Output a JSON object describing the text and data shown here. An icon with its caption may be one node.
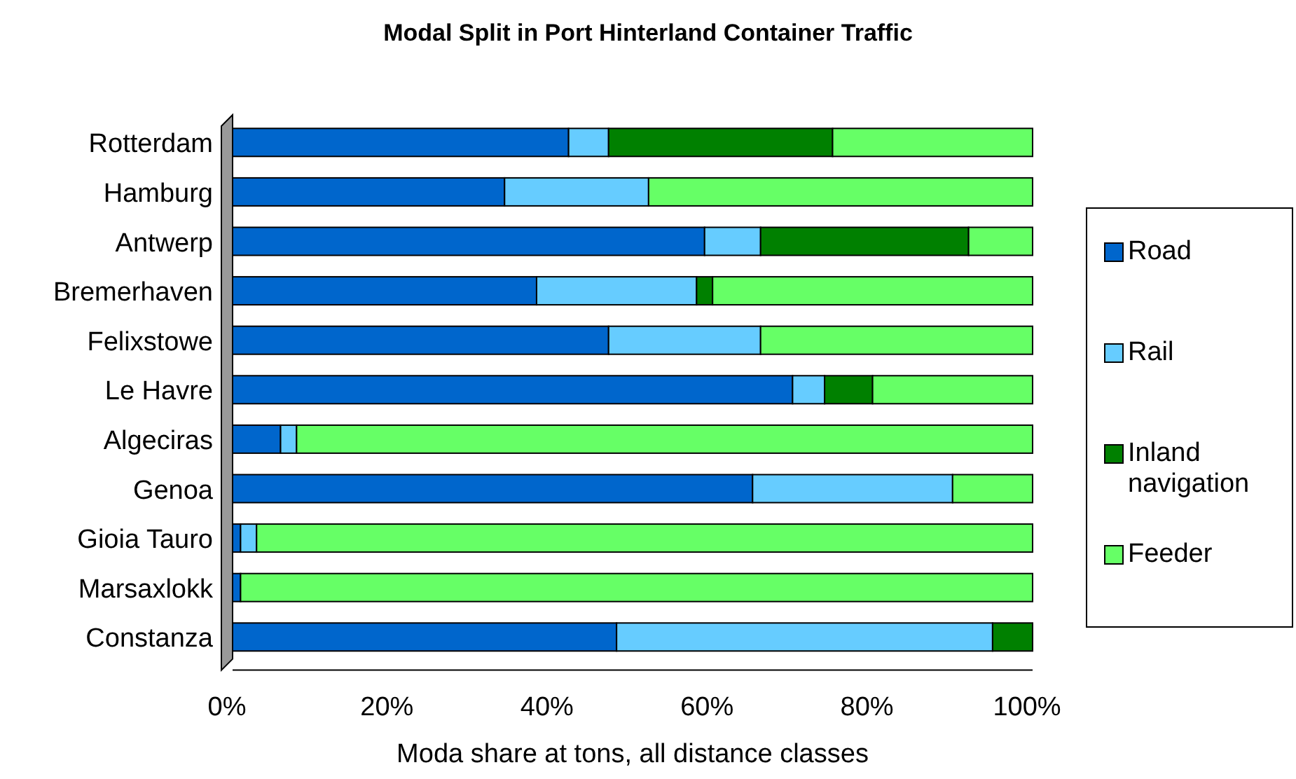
{
  "diagram": {
    "title": "Modal Split in Port Hinterland Container Traffic",
    "chart_data": {
      "type": "bar",
      "orientation": "horizontal",
      "stacked": true,
      "xlabel": "Moda share at tons, all distance classes",
      "categories": [
        "Rotterdam",
        "Hamburg",
        "Antwerp",
        "Bremerhaven",
        "Felixstowe",
        "Le Havre",
        "Algeciras",
        "Genoa",
        "Gioia Tauro",
        "Marsaxlokk",
        "Constanza"
      ],
      "series": [
        {
          "name": "Road",
          "color": "#0066cc",
          "values": [
            42,
            34,
            59,
            38,
            47,
            70,
            6,
            65,
            1,
            1,
            48
          ]
        },
        {
          "name": "Rail",
          "color": "#66ccff",
          "values": [
            5,
            18,
            7,
            20,
            19,
            4,
            2,
            25,
            2,
            0,
            47
          ]
        },
        {
          "name": "Inland navigation",
          "color": "#008000",
          "values": [
            28,
            0,
            26,
            2,
            0,
            6,
            0,
            0,
            0,
            0,
            5
          ]
        },
        {
          "name": "Feeder",
          "color": "#66ff66",
          "values": [
            25,
            48,
            8,
            40,
            34,
            20,
            92,
            10,
            97,
            99,
            0
          ]
        }
      ],
      "xlim": [
        0,
        100
      ],
      "xticks": [
        {
          "value": 0,
          "label": "0%"
        },
        {
          "value": 20,
          "label": "20%"
        },
        {
          "value": 40,
          "label": "40%"
        },
        {
          "value": 60,
          "label": "60%"
        },
        {
          "value": 80,
          "label": "80%"
        },
        {
          "value": 100,
          "label": "100%"
        }
      ]
    }
  }
}
